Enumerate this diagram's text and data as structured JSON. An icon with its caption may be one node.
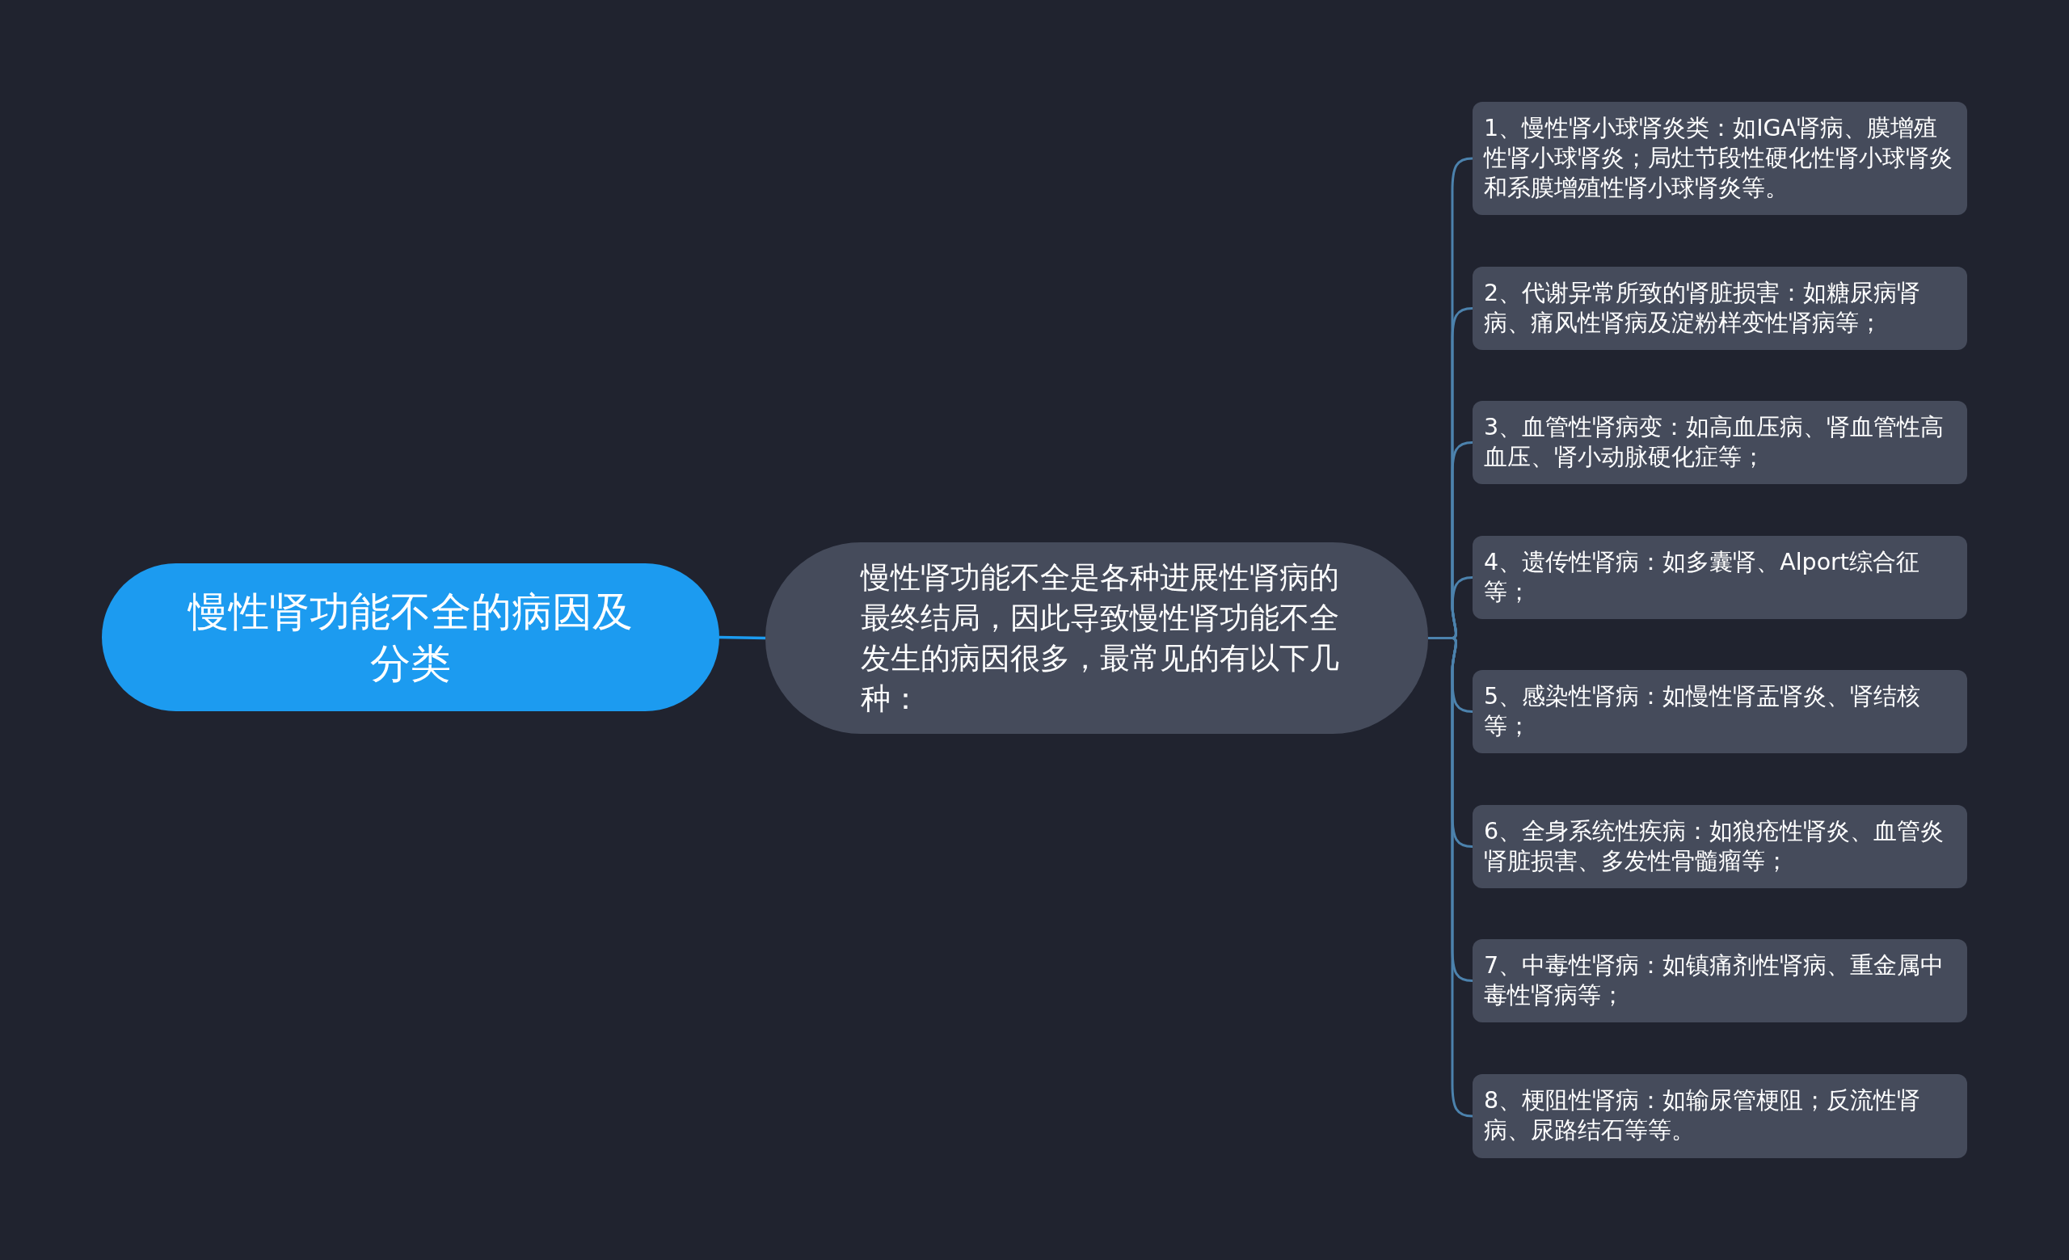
{
  "diagram": {
    "nodes": [
      {
        "text": [
          "慢性肾功能不全的病因及分类"
        ]
      },
      {
        "text": [
          "慢性肾功能不全是各种进展性肾病的最终结局，因此导致慢性肾功能不全发生的病因很多，最常见的有以下几种："
        ]
      },
      {
        "text": [
          "1、慢性肾小球肾炎类：如IGA肾病、膜增殖性肾小球肾炎；局灶节段性硬化性肾小球肾炎和系膜增殖性肾小球肾炎等。"
        ]
      },
      {
        "text": [
          "2、代谢异常所致的肾脏损害：如糖尿病肾病、痛风性肾病及淀粉样变性肾病等；"
        ]
      },
      {
        "text": [
          "3、血管性肾病变：如高血压病、肾血管性高血压、肾小动脉硬化症等；"
        ]
      },
      {
        "text": [
          "4、遗传性肾病：如多囊肾、Alport综合征等；"
        ]
      },
      {
        "text": [
          "5、感染性肾病：如慢性肾盂肾炎、肾结核等；"
        ]
      },
      {
        "text": [
          "6、全身系统性疾病：如狼疮性肾炎、血管炎肾脏损害、多发性骨髓瘤等；"
        ]
      },
      {
        "text": [
          "7、中毒性肾病：如镇痛剂性肾病、重金属中毒性肾病等；"
        ]
      },
      {
        "text": [
          "8、梗阻性肾病：如输尿管梗阻；反流性肾病、尿路结石等等。"
        ]
      }
    ],
    "edges": [
      {
        "from": 0,
        "to": 1,
        "arrow": "none",
        "color": "#1c9bf0"
      },
      {
        "from": 1,
        "to": 2,
        "arrow": "none"
      },
      {
        "from": 1,
        "to": 3,
        "arrow": "none"
      },
      {
        "from": 1,
        "to": 4,
        "arrow": "none"
      },
      {
        "from": 1,
        "to": 5,
        "arrow": "none"
      },
      {
        "from": 1,
        "to": 6,
        "arrow": "none"
      },
      {
        "from": 1,
        "to": 7,
        "arrow": "none"
      },
      {
        "from": 1,
        "to": 8,
        "arrow": "none"
      },
      {
        "from": 1,
        "to": 9,
        "arrow": "none"
      }
    ]
  }
}
